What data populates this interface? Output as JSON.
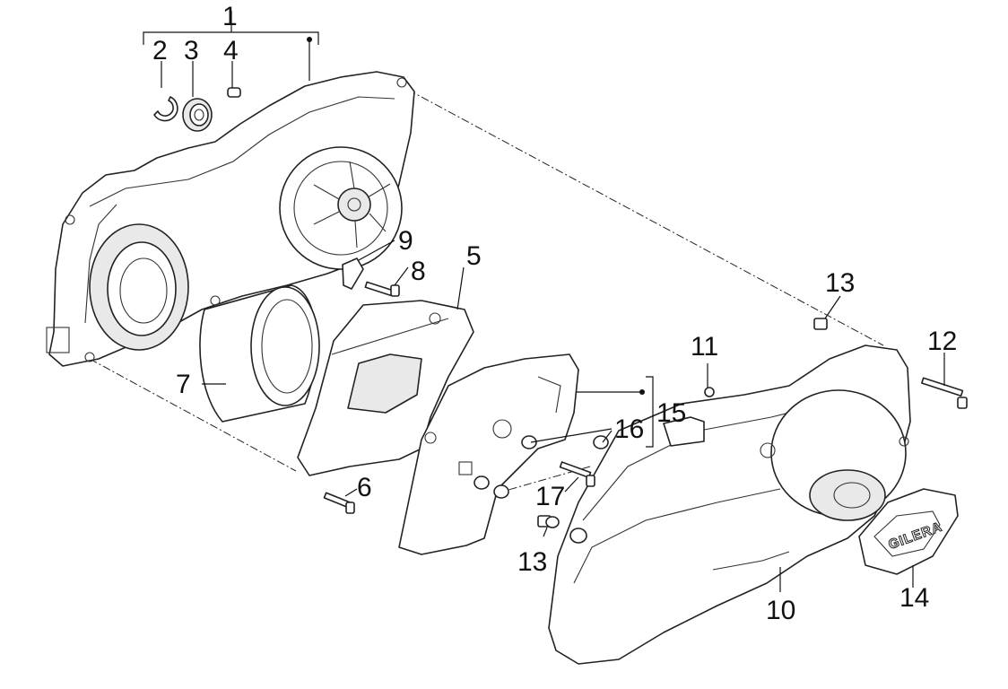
{
  "callouts": {
    "c1": "1",
    "c2": "2",
    "c3": "3",
    "c4": "4",
    "c5": "5",
    "c6": "6",
    "c7": "7",
    "c8": "8",
    "c9": "9",
    "c10": "10",
    "c11": "11",
    "c12": "12",
    "c13a": "13",
    "c13b": "13",
    "c14": "14",
    "c15": "15",
    "c16": "16",
    "c17": "17"
  },
  "badge": {
    "logo_text": "GILERA"
  },
  "icons": [
    "circlip-icon",
    "bearing-icon",
    "screw-icon",
    "washer-icon"
  ]
}
